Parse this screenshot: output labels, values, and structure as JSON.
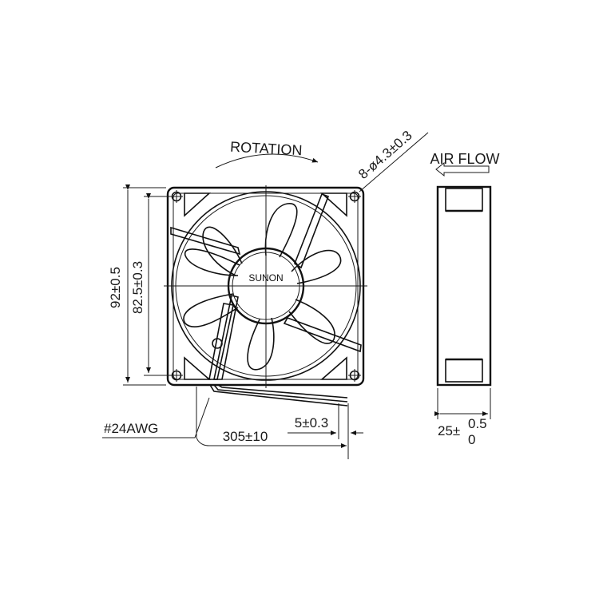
{
  "drawing": {
    "brand": "SUNON",
    "rotation_label": "ROTATION",
    "airflow_label": "AIR FLOW",
    "hole_spec": "8-ø4.3±0.3",
    "height_outer": "92±0.5",
    "height_mount": "82.5±0.3",
    "wire_gauge": "#24AWG",
    "lead_length": "305±10",
    "strip_length": "5±0.3",
    "thickness_base": "25±",
    "thickness_upper": "0.5",
    "thickness_lower": "0"
  },
  "colors": {
    "line": "#111111",
    "background": "#ffffff"
  }
}
